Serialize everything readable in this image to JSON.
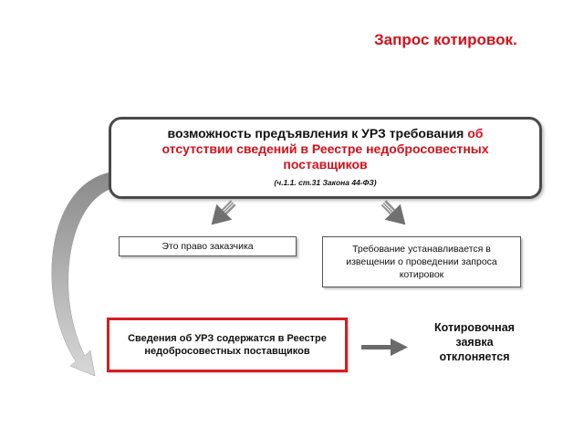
{
  "title": "Запрос котировок.",
  "main_box": {
    "text_part1": "возможность предъявления к УРЗ требования ",
    "text_red_inline": "об",
    "text_red_block": "отсутствии сведений в Реестре недобросовестных поставщиков",
    "note": "(ч.1.1.  ст.31 Закона 44-ФЗ)"
  },
  "left_box": {
    "text": "Это право заказчика"
  },
  "right_box": {
    "text": "Требование устанавливается в извещении о проведении запроса котировок"
  },
  "red_box": {
    "text": "Сведения об УРЗ содержатся в Реестре недобросовестных поставщиков"
  },
  "result": {
    "text": "Котировочная заявка отклоняется"
  },
  "colors": {
    "accent_red": "#d0121b",
    "box_border": "#4a4a4a",
    "arrow_gray": "#707070"
  }
}
